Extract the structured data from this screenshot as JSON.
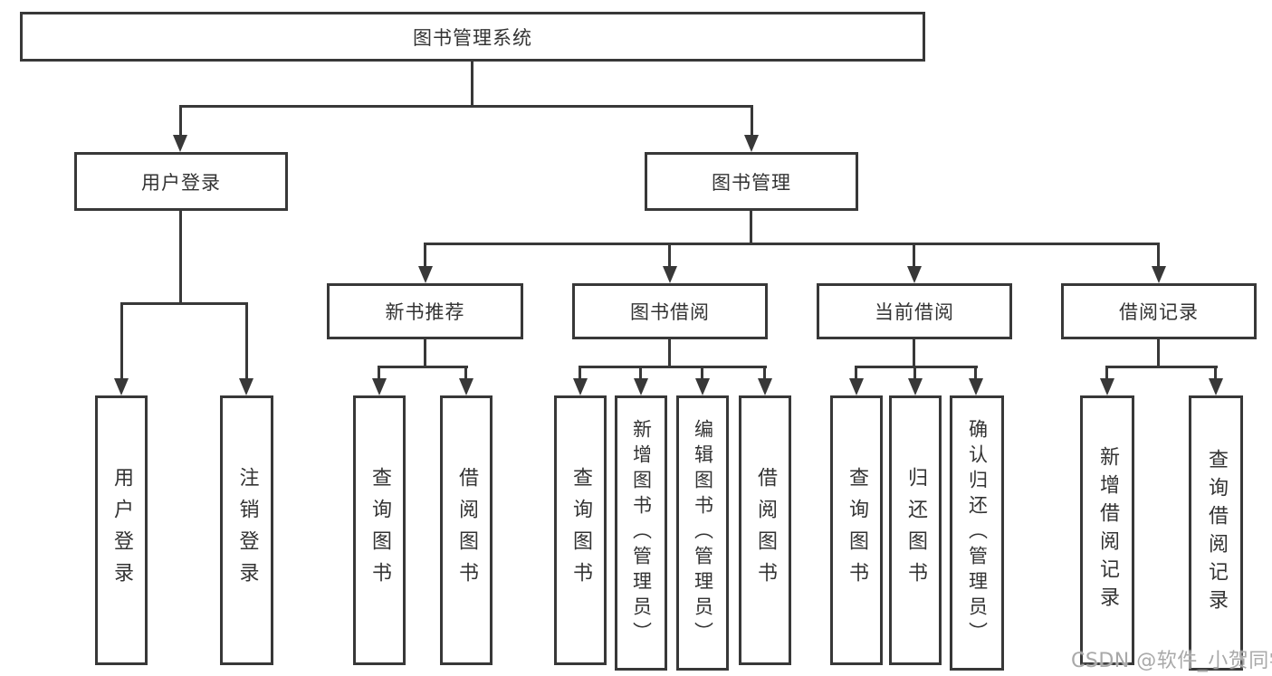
{
  "colors": {
    "line": "#383838",
    "text": "#333333",
    "watermark": "#a9a9a9",
    "background": "#ffffff"
  },
  "diagram": {
    "root": {
      "label": "图书管理系统"
    },
    "branches": [
      {
        "label": "用户登录",
        "children": [
          {
            "label": "用户登录"
          },
          {
            "label": "注销登录"
          }
        ]
      },
      {
        "label": "图书管理",
        "children": [
          {
            "label": "新书推荐",
            "children": [
              {
                "label": "查询图书"
              },
              {
                "label": "借阅图书"
              }
            ]
          },
          {
            "label": "图书借阅",
            "children": [
              {
                "label": "查询图书"
              },
              {
                "label": "新增图书（管理员）"
              },
              {
                "label": "编辑图书（管理员）"
              },
              {
                "label": "借阅图书"
              }
            ]
          },
          {
            "label": "当前借阅",
            "children": [
              {
                "label": "查询图书"
              },
              {
                "label": "归还图书"
              },
              {
                "label": "确认归还（管理员）"
              }
            ]
          },
          {
            "label": "借阅记录",
            "children": [
              {
                "label": "新增借阅记录"
              },
              {
                "label": "查询借阅记录"
              }
            ]
          }
        ]
      }
    ]
  },
  "watermark": "CSDN @软件_小贺同学"
}
